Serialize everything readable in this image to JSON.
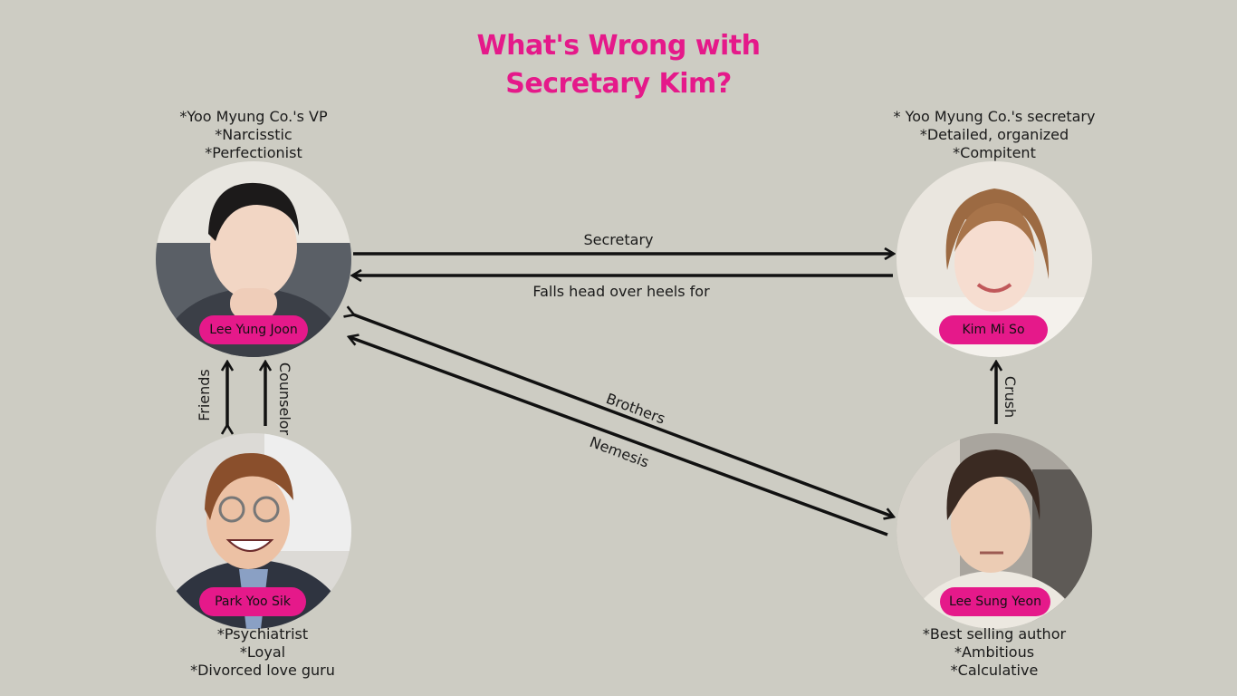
{
  "diagram": {
    "title": "What's Wrong with\nSecretary Kim?",
    "title_color": "#e5198a",
    "background": "#cdccc3",
    "nodes": [
      {
        "id": "lee-yung-joon",
        "name": "Lee Yung Joon",
        "traits": [
          "*Yoo Myung Co.'s VP",
          "*Narcisstic",
          "*Perfectionist"
        ]
      },
      {
        "id": "kim-mi-so",
        "name": "Kim Mi So",
        "traits": [
          "* Yoo Myung Co.'s secretary",
          "*Detailed, organized",
          "*Compitent"
        ]
      },
      {
        "id": "park-yoo-sik",
        "name": "Park Yoo Sik",
        "traits": [
          "*Psychiatrist",
          "*Loyal",
          "*Divorced love guru"
        ]
      },
      {
        "id": "lee-sung-yeon",
        "name": "Lee Sung Yeon",
        "traits": [
          "*Best selling author",
          "*Ambitious",
          "*Calculative"
        ]
      }
    ],
    "edges": [
      {
        "from": "lee-yung-joon",
        "to": "kim-mi-so",
        "label": "Secretary"
      },
      {
        "from": "kim-mi-so",
        "to": "lee-yung-joon",
        "label": "Falls head over heels for"
      },
      {
        "from": "lee-sung-yeon",
        "to": "kim-mi-so",
        "label": "Crush"
      },
      {
        "from": "lee-yung-joon",
        "to": "park-yoo-sik",
        "label": "Friends",
        "bidirectional": true
      },
      {
        "from": "park-yoo-sik",
        "to": "lee-yung-joon",
        "label": "Counselor"
      },
      {
        "from": "lee-sung-yeon",
        "to": "lee-yung-joon",
        "label": "Brothers",
        "bidirectional": true
      },
      {
        "from": "lee-sung-yeon",
        "to": "lee-yung-joon",
        "label": "Nemesis"
      }
    ]
  }
}
